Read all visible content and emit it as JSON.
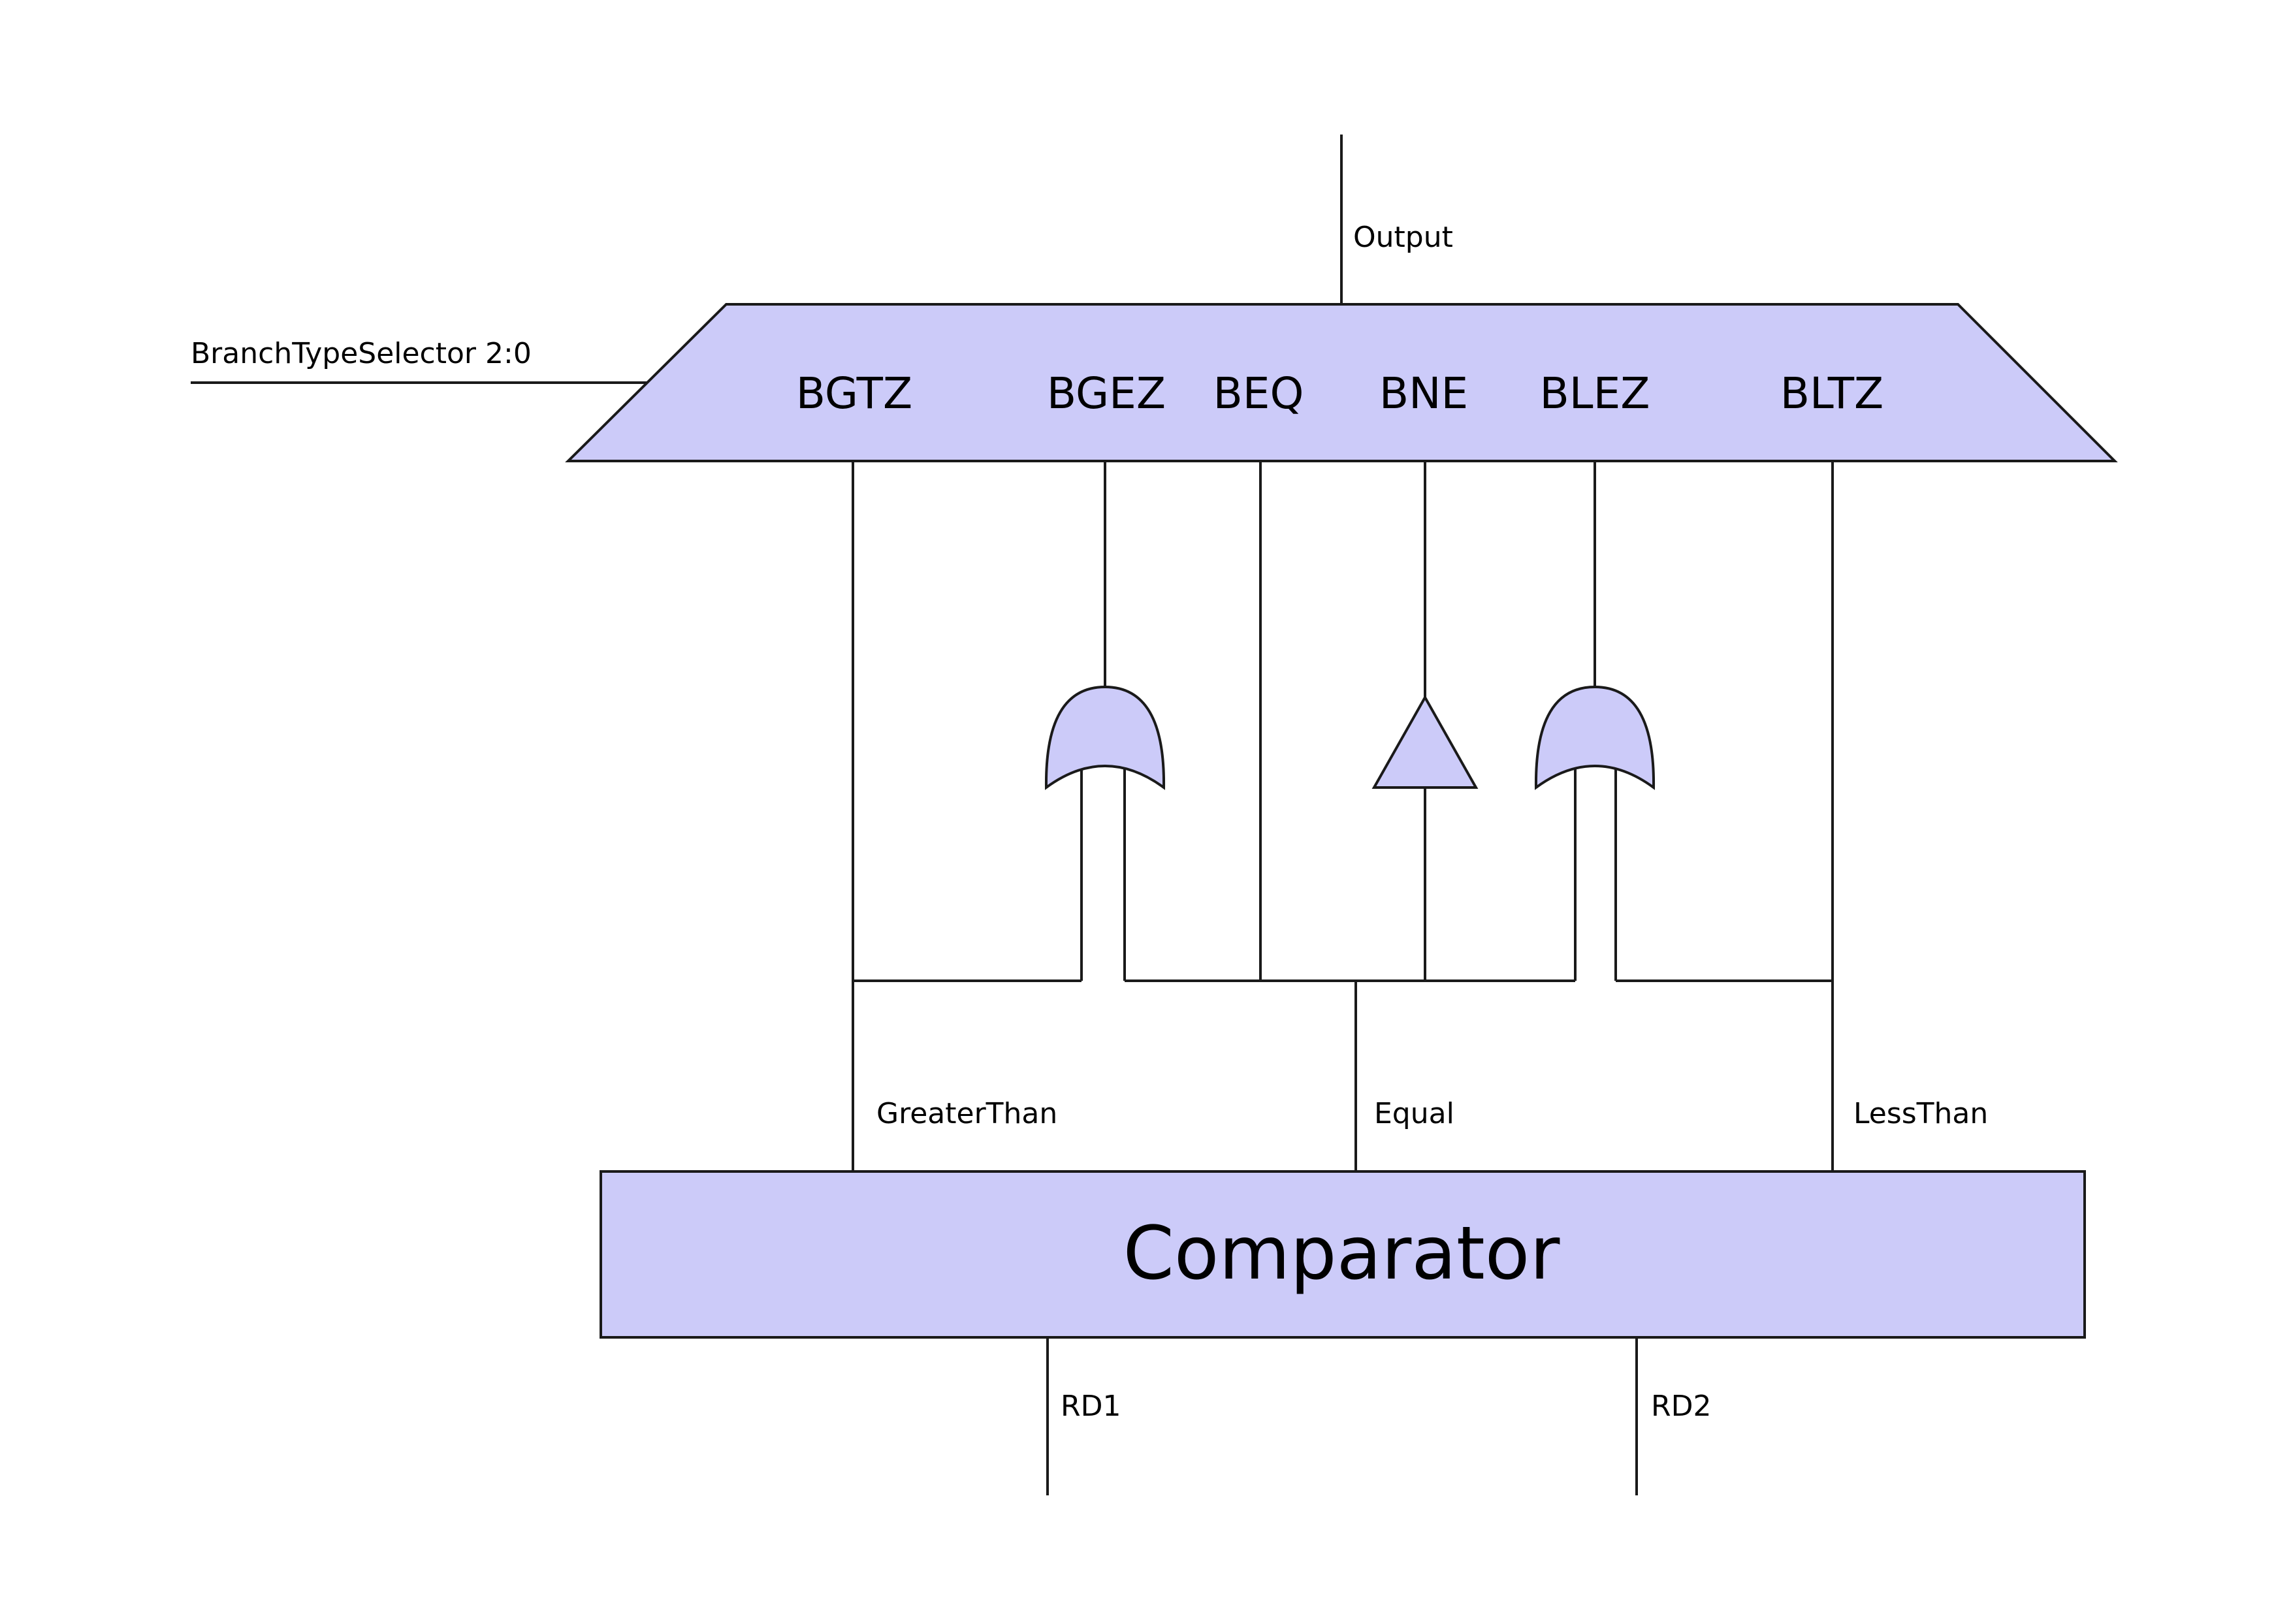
{
  "diagram": {
    "output_label": "Output",
    "selector_label": "BranchTypeSelector 2:0",
    "mux_inputs": [
      "BGTZ",
      "BGEZ",
      "BEQ",
      "BNE",
      "BLEZ",
      "BLTZ"
    ],
    "comparator_label": "Comparator",
    "comparator_outputs": [
      "GreaterThan",
      "Equal",
      "LessThan"
    ],
    "comparator_inputs": [
      "RD1",
      "RD2"
    ],
    "colors": {
      "fill": "#cccbf9",
      "stroke": "#1a1a1a"
    }
  }
}
